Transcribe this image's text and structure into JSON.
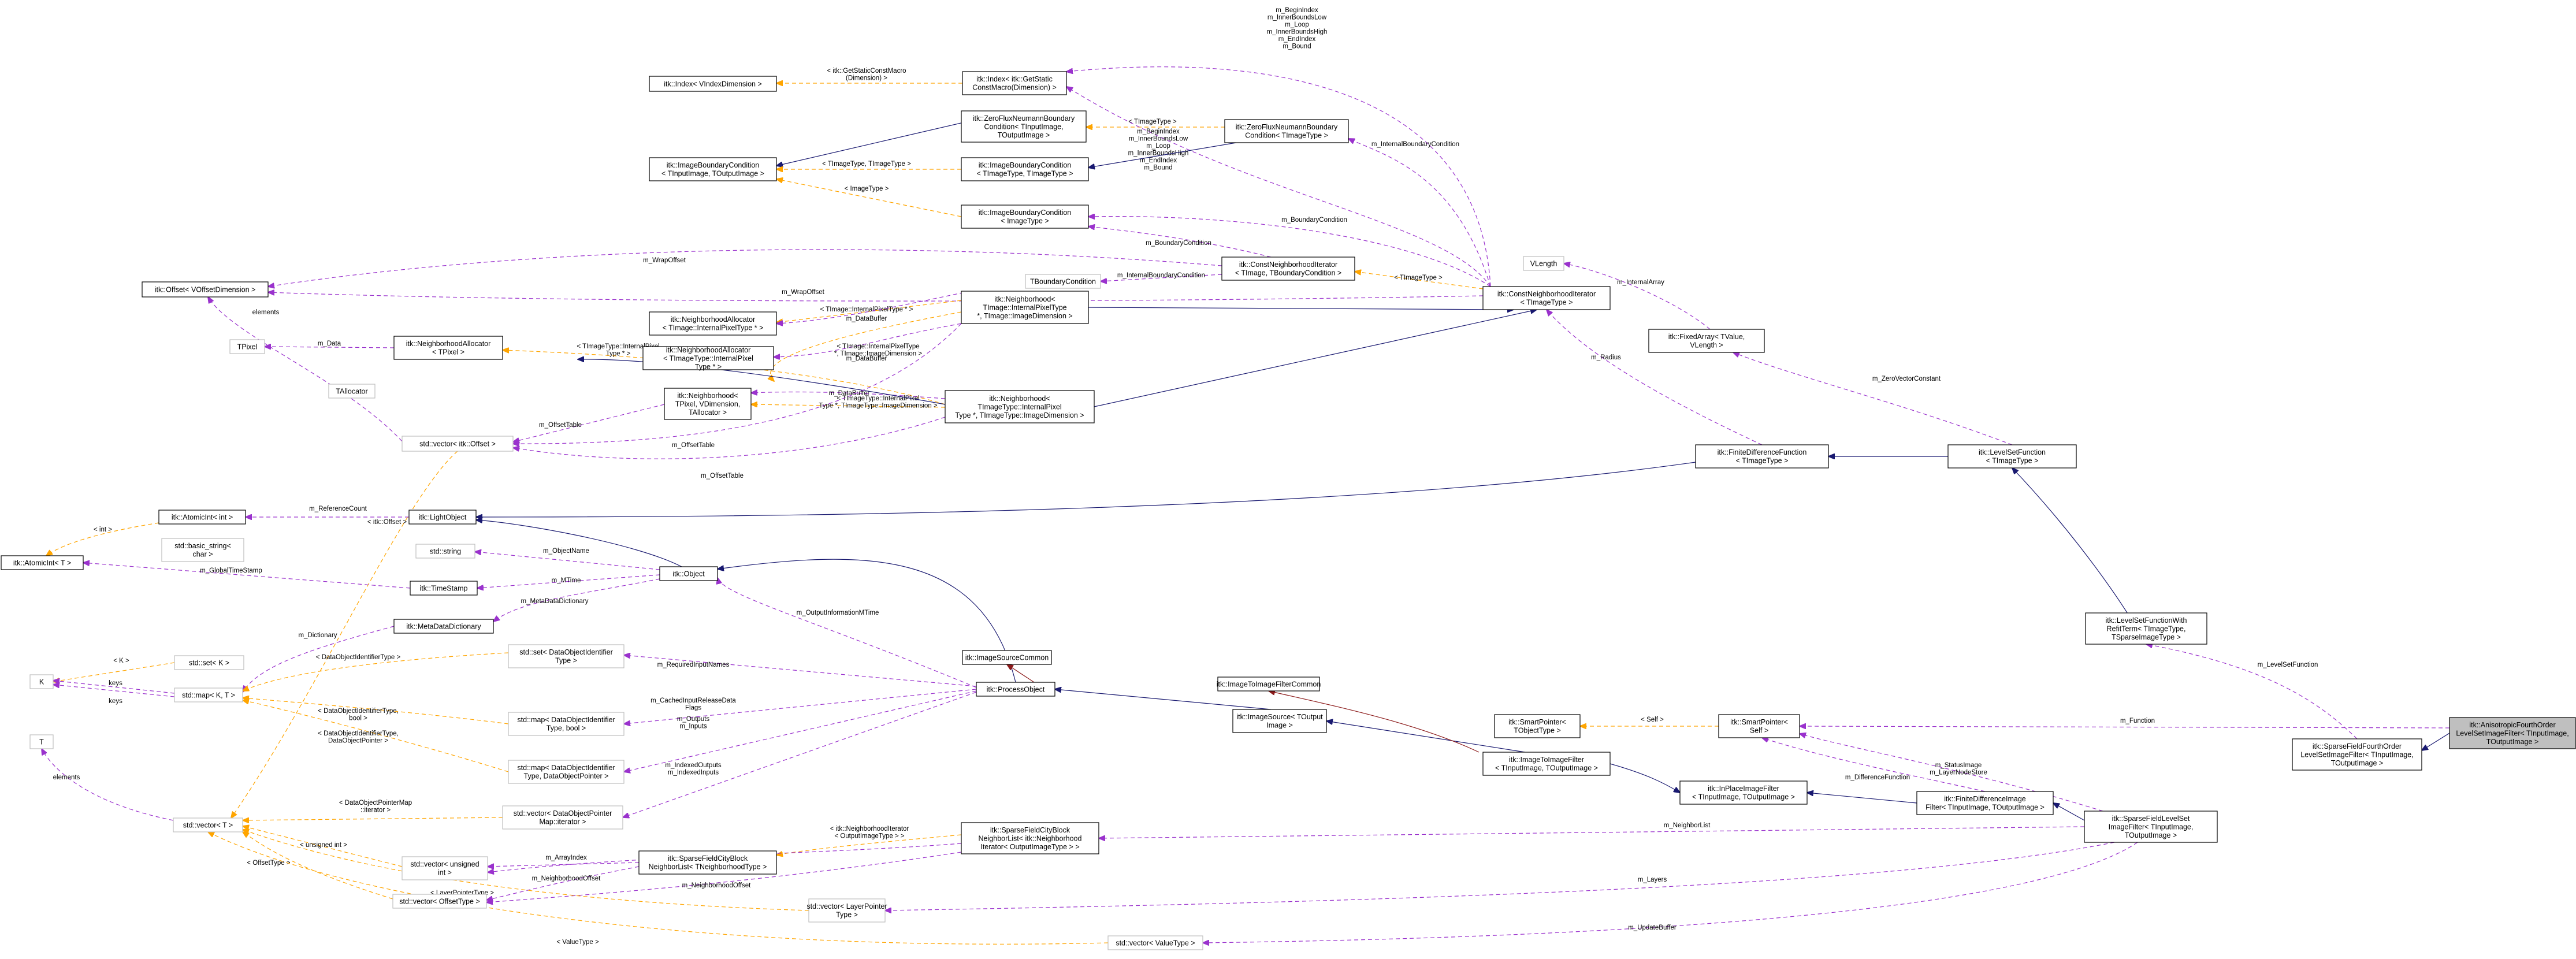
{
  "colors": {
    "inheritance": "#191970",
    "usage": "#9a32cd",
    "template": "#ffa500",
    "protected": "#8b1a1a",
    "selected_fill": "#bfbfbf",
    "ghost_border": "#bfbfbf"
  },
  "nodes": [
    {
      "id": "idx",
      "lines": [
        "itk::Index< VIndexDimension >"
      ]
    },
    {
      "id": "idxc",
      "lines": [
        "itk::Index< itk::GetStatic",
        "ConstMacro(Dimension) >"
      ]
    },
    {
      "id": "zfnb",
      "lines": [
        "itk::ZeroFluxNeumannBoundary",
        "Condition< TInputImage,",
        " TOutputImage >"
      ]
    },
    {
      "id": "zfnbt",
      "lines": [
        "itk::ZeroFluxNeumannBoundary",
        "Condition< TImageType >"
      ]
    },
    {
      "id": "ibc",
      "lines": [
        "itk::ImageBoundaryCondition",
        "< TInputImage, TOutputImage >"
      ]
    },
    {
      "id": "ibctt",
      "lines": [
        "itk::ImageBoundaryCondition",
        "< TImageType, TImageType >"
      ]
    },
    {
      "id": "ibcit",
      "lines": [
        "itk::ImageBoundaryCondition",
        "< ImageType >"
      ]
    },
    {
      "id": "off",
      "lines": [
        "itk::Offset< VOffsetDimension >"
      ]
    },
    {
      "id": "cni",
      "lines": [
        "itk::ConstNeighborhoodIterator",
        "< TImage, TBoundaryCondition >"
      ]
    },
    {
      "id": "tbc",
      "lines": [
        "TBoundaryCondition"
      ],
      "ghost": true
    },
    {
      "id": "vlen",
      "lines": [
        "VLength"
      ],
      "ghost": true
    },
    {
      "id": "cnit",
      "lines": [
        "itk::ConstNeighborhoodIterator",
        "< TImageType >"
      ]
    },
    {
      "id": "nai",
      "lines": [
        "itk::NeighborhoodAllocator",
        "< TImage::InternalPixelType * >"
      ]
    },
    {
      "id": "na",
      "lines": [
        "itk::NeighborhoodAllocator",
        "< TPixel >"
      ]
    },
    {
      "id": "tpix",
      "lines": [
        "TPixel"
      ],
      "ghost": true
    },
    {
      "id": "nait",
      "lines": [
        "itk::NeighborhoodAllocator",
        "< TImageType::InternalPixel",
        "Type * >"
      ]
    },
    {
      "id": "nbi",
      "lines": [
        "itk::Neighborhood<",
        " TImage::InternalPixelType",
        " *, TImage::ImageDimension >"
      ]
    },
    {
      "id": "fa",
      "lines": [
        "itk::FixedArray< TValue,",
        " VLength >"
      ]
    },
    {
      "id": "talloc",
      "lines": [
        "TAllocator"
      ],
      "ghost": true
    },
    {
      "id": "nb",
      "lines": [
        "itk::Neighborhood<",
        " TPixel, VDimension,",
        " TAllocator >"
      ]
    },
    {
      "id": "nbt",
      "lines": [
        "itk::Neighborhood<",
        " TImageType::InternalPixel",
        "Type *, TImageType::ImageDimension >"
      ]
    },
    {
      "id": "voff",
      "lines": [
        "std::vector< itk::Offset >"
      ],
      "ghost": true
    },
    {
      "id": "fdf",
      "lines": [
        "itk::FiniteDifferenceFunction",
        "< TImageType >"
      ]
    },
    {
      "id": "lsf",
      "lines": [
        "itk::LevelSetFunction",
        "< TImageType >"
      ]
    },
    {
      "id": "aint",
      "lines": [
        "itk::AtomicInt< int >"
      ]
    },
    {
      "id": "lobj",
      "lines": [
        "itk::LightObject"
      ]
    },
    {
      "id": "bstr",
      "lines": [
        "std::basic_string<",
        " char >"
      ],
      "ghost": true
    },
    {
      "id": "str",
      "lines": [
        "std::string"
      ],
      "ghost": true
    },
    {
      "id": "atom",
      "lines": [
        "itk::AtomicInt< T >"
      ]
    },
    {
      "id": "ts",
      "lines": [
        "itk::TimeStamp"
      ]
    },
    {
      "id": "obj",
      "lines": [
        "itk::Object"
      ]
    },
    {
      "id": "mdd",
      "lines": [
        "itk::MetaDataDictionary"
      ]
    },
    {
      "id": "setk",
      "lines": [
        "std::set< K >"
      ],
      "ghost": true
    },
    {
      "id": "setd",
      "lines": [
        "std::set< DataObjectIdentifier",
        "Type >"
      ],
      "ghost": true
    },
    {
      "id": "isc",
      "lines": [
        "itk::ImageSourceCommon"
      ]
    },
    {
      "id": "k",
      "lines": [
        "K"
      ],
      "ghost": true
    },
    {
      "id": "itifc",
      "lines": [
        "itk::ImageToImageFilterCommon"
      ]
    },
    {
      "id": "mapkt",
      "lines": [
        "std::map< K, T >"
      ],
      "ghost": true
    },
    {
      "id": "mapdb",
      "lines": [
        "std::map< DataObjectIdentifier",
        "Type, bool >"
      ],
      "ghost": true
    },
    {
      "id": "po",
      "lines": [
        "itk::ProcessObject"
      ]
    },
    {
      "id": "t",
      "lines": [
        "T"
      ],
      "ghost": true
    },
    {
      "id": "mapdp",
      "lines": [
        "std::map< DataObjectIdentifier",
        "Type, DataObjectPointer >"
      ],
      "ghost": true
    },
    {
      "id": "imgsrc",
      "lines": [
        "itk::ImageSource< TOutput",
        "Image >"
      ]
    },
    {
      "id": "lsfrt",
      "lines": [
        "itk::LevelSetFunctionWith",
        "RefitTerm< TImageType,",
        " TSparseImageType >"
      ]
    },
    {
      "id": "spsi",
      "lines": [
        "itk::SmartPointer<",
        " TObjectType >"
      ]
    },
    {
      "id": "sps",
      "lines": [
        "itk::SmartPointer<",
        " Self >"
      ]
    },
    {
      "id": "afo",
      "lines": [
        "itk::AnisotropicFourthOrder",
        "LevelSetImageFilter< TInputImage,",
        " TOutputImage >"
      ],
      "selected": true
    },
    {
      "id": "vdpi",
      "lines": [
        "std::vector< DataObjectPointer",
        "Map::iterator >"
      ],
      "ghost": true
    },
    {
      "id": "itif",
      "lines": [
        "itk::ImageToImageFilter",
        "< TInputImage, TOutputImage >"
      ]
    },
    {
      "id": "sffo",
      "lines": [
        "itk::SparseFieldFourthOrder",
        "LevelSetImageFilter< TInputImage,",
        " TOutputImage >"
      ]
    },
    {
      "id": "vt",
      "lines": [
        "std::vector< T >"
      ],
      "ghost": true
    },
    {
      "id": "vui",
      "lines": [
        "std::vector< unsigned",
        " int >"
      ],
      "ghost": true
    },
    {
      "id": "sfcb",
      "lines": [
        "itk::SparseFieldCityBlock",
        "NeighborList< TNeighborhoodType >"
      ]
    },
    {
      "id": "ipif",
      "lines": [
        "itk::InPlaceImageFilter",
        "< TInputImage, TOutputImage >"
      ]
    },
    {
      "id": "fdif",
      "lines": [
        "itk::FiniteDifferenceImage",
        "Filter< TInputImage, TOutputImage >"
      ]
    },
    {
      "id": "sfls",
      "lines": [
        "itk::SparseFieldLevelSet",
        "ImageFilter< TInputImage,",
        " TOutputImage >"
      ]
    },
    {
      "id": "sfcbn",
      "lines": [
        "itk::SparseFieldCityBlock",
        "NeighborList< itk::Neighborhood",
        "Iterator< OutputImageType > >"
      ]
    },
    {
      "id": "voft",
      "lines": [
        "std::vector< OffsetType >"
      ],
      "ghost": true
    },
    {
      "id": "vlp",
      "lines": [
        "std::vector< LayerPointer",
        "Type >"
      ],
      "ghost": true
    },
    {
      "id": "vvt",
      "lines": [
        "std::vector< ValueType >"
      ],
      "ghost": true
    }
  ],
  "edges": [
    {
      "id": "e1",
      "kind": "tmpl",
      "label": [
        "< itk::GetStaticConstMacro",
        "(Dimension) >"
      ]
    },
    {
      "id": "e2",
      "kind": "use",
      "label": [
        "m_BeginIndex",
        "m_InnerBoundsLow",
        "m_Loop",
        "m_InnerBoundsHigh",
        "m_EndIndex",
        "m_Bound"
      ]
    },
    {
      "id": "e3",
      "kind": "inherit",
      "label": []
    },
    {
      "id": "e4",
      "kind": "tmpl",
      "label": [
        "< TImageType >"
      ]
    },
    {
      "id": "e5",
      "kind": "use",
      "label": [
        "m_BeginIndex",
        "m_InnerBoundsLow",
        "m_Loop",
        "m_InnerBoundsHigh",
        "m_EndIndex",
        "m_Bound"
      ]
    },
    {
      "id": "e6",
      "kind": "tmpl",
      "label": [
        "< TImageType, TImageType >"
      ]
    },
    {
      "id": "e7",
      "kind": "inherit",
      "label": []
    },
    {
      "id": "e8",
      "kind": "use",
      "label": [
        "m_InternalBoundaryCondition"
      ]
    },
    {
      "id": "e9",
      "kind": "tmpl",
      "label": [
        "< ImageType >"
      ]
    },
    {
      "id": "e10",
      "kind": "use",
      "label": [
        "m_BoundaryCondition"
      ]
    },
    {
      "id": "e11",
      "kind": "use",
      "label": [
        "m_BoundaryCondition"
      ]
    },
    {
      "id": "e12",
      "kind": "use",
      "label": [
        "m_WrapOffset"
      ]
    },
    {
      "id": "e13",
      "kind": "use",
      "label": [
        "m_WrapOffset"
      ]
    },
    {
      "id": "e14",
      "kind": "use",
      "label": [
        "m_InternalBoundaryCondition"
      ]
    },
    {
      "id": "e15",
      "kind": "tmpl",
      "label": [
        "< TImageType >"
      ]
    },
    {
      "id": "e16",
      "kind": "inherit",
      "label": []
    },
    {
      "id": "e17",
      "kind": "use",
      "label": [
        "m_InternalArray"
      ]
    },
    {
      "id": "e18",
      "kind": "tmpl",
      "label": [
        "< TImage::InternalPixelType * >"
      ]
    },
    {
      "id": "e19",
      "kind": "use",
      "label": [
        "m_DataBuffer"
      ]
    },
    {
      "id": "e20",
      "kind": "use",
      "label": [
        "m_Data"
      ]
    },
    {
      "id": "e21",
      "kind": "tmpl",
      "label": [
        "< TImageType::InternalPixel",
        "Type * >"
      ]
    },
    {
      "id": "e22",
      "kind": "use",
      "label": [
        "m_DataBuffer"
      ]
    },
    {
      "id": "e23",
      "kind": "tmpl",
      "label": [
        "< TImage::InternalPixelType",
        " *, TImage::ImageDimension >"
      ]
    },
    {
      "id": "e24",
      "kind": "inherit",
      "label": []
    },
    {
      "id": "e25",
      "kind": "use",
      "label": [
        "m_Radius"
      ]
    },
    {
      "id": "e26",
      "kind": "use",
      "label": [
        "m_ZeroVectorConstant"
      ]
    },
    {
      "id": "e27",
      "kind": "use",
      "label": [
        "m_DataBuffer"
      ]
    },
    {
      "id": "e28",
      "kind": "tmpl",
      "label": [
        "< TImageType::InternalPixel",
        "Type *, TImageType::ImageDimension >"
      ]
    },
    {
      "id": "e29",
      "kind": "inherit",
      "label": []
    },
    {
      "id": "e30",
      "kind": "use",
      "label": [
        "elements"
      ]
    },
    {
      "id": "e31",
      "kind": "use",
      "label": [
        "m_OffsetTable"
      ]
    },
    {
      "id": "e32",
      "kind": "use",
      "label": [
        "m_OffsetTable"
      ]
    },
    {
      "id": "e33",
      "kind": "use",
      "label": [
        "m_OffsetTable"
      ]
    },
    {
      "id": "e34",
      "kind": "inherit",
      "label": []
    },
    {
      "id": "e35",
      "kind": "inherit",
      "label": []
    },
    {
      "id": "e36",
      "kind": "use",
      "label": [
        "m_ReferenceCount"
      ]
    },
    {
      "id": "e37",
      "kind": "inherit",
      "label": []
    },
    {
      "id": "e38",
      "kind": "tmpl",
      "label": [
        "< int >"
      ]
    },
    {
      "id": "e39",
      "kind": "tmpl",
      "label": [
        "< itk::Offset >"
      ]
    },
    {
      "id": "e40",
      "kind": "use",
      "label": [
        "m_ObjectName"
      ]
    },
    {
      "id": "e41",
      "kind": "use",
      "label": [
        "m_GlobalTimeStamp"
      ]
    },
    {
      "id": "e42",
      "kind": "use",
      "label": [
        "m_MTime"
      ]
    },
    {
      "id": "e43",
      "kind": "use",
      "label": [
        "m_MetaDataDictionary"
      ]
    },
    {
      "id": "e44",
      "kind": "use",
      "label": [
        "m_Dictionary"
      ]
    },
    {
      "id": "e45",
      "kind": "use",
      "label": [
        "m_OutputInformationMTime"
      ]
    },
    {
      "id": "e46",
      "kind": "inherit",
      "label": []
    },
    {
      "id": "e47",
      "kind": "tmpl",
      "label": [
        "< K >"
      ]
    },
    {
      "id": "e48",
      "kind": "use",
      "label": [
        "keys"
      ]
    },
    {
      "id": "e49",
      "kind": "use",
      "label": [
        "m_RequiredInputNames"
      ]
    },
    {
      "id": "e50",
      "kind": "use",
      "label": [
        "keys"
      ]
    },
    {
      "id": "e51",
      "kind": "tmpl",
      "label": [
        "< DataObjectIdentifierType >"
      ]
    },
    {
      "id": "e52",
      "kind": "use",
      "label": [
        "m_CachedInputReleaseData",
        "Flags"
      ]
    },
    {
      "id": "e53",
      "kind": "tmpl",
      "label": [
        "< DataObjectIdentifierType,",
        " bool >"
      ]
    },
    {
      "id": "e54",
      "kind": "use",
      "label": [
        "m_Outputs",
        "m_Inputs"
      ]
    },
    {
      "id": "e55",
      "kind": "tmpl",
      "label": [
        "< DataObjectIdentifierType,",
        " DataObjectPointer >"
      ]
    },
    {
      "id": "e56",
      "kind": "use",
      "label": [
        "elements"
      ]
    },
    {
      "id": "e57",
      "kind": "use",
      "label": [
        "m_IndexedOutputs",
        "m_IndexedInputs"
      ]
    },
    {
      "id": "e58",
      "kind": "inherit",
      "label": []
    },
    {
      "id": "e59",
      "kind": "prot",
      "label": []
    },
    {
      "id": "e60",
      "kind": "inherit",
      "label": []
    },
    {
      "id": "e61",
      "kind": "prot",
      "label": []
    },
    {
      "id": "e62",
      "kind": "tmpl",
      "label": [
        "< DataObjectPointerMap",
        "::iterator >"
      ]
    },
    {
      "id": "e63",
      "kind": "use",
      "label": [
        "m_LevelSetFunction"
      ]
    },
    {
      "id": "e64",
      "kind": "inherit",
      "label": []
    },
    {
      "id": "e65",
      "kind": "tmpl",
      "label": [
        "< Self >"
      ]
    },
    {
      "id": "e66",
      "kind": "use",
      "label": [
        "m_Function"
      ]
    },
    {
      "id": "e67",
      "kind": "inherit",
      "label": []
    },
    {
      "id": "e68",
      "kind": "use",
      "label": [
        "m_StatusImage",
        "m_LayerNodeStore"
      ]
    },
    {
      "id": "e69",
      "kind": "use",
      "label": [
        "m_DifferenceFunction"
      ]
    },
    {
      "id": "e70",
      "kind": "tmpl",
      "label": [
        "< unsigned int >"
      ]
    },
    {
      "id": "e71",
      "kind": "use",
      "label": [
        "m_ArrayIndex"
      ]
    },
    {
      "id": "e72",
      "kind": "tmpl",
      "label": [
        "< itk::NeighborhoodIterator",
        "< OutputImageType > >"
      ]
    },
    {
      "id": "e73",
      "kind": "inherit",
      "label": []
    },
    {
      "id": "e74",
      "kind": "inherit",
      "label": []
    },
    {
      "id": "e75",
      "kind": "inherit",
      "label": []
    },
    {
      "id": "e76",
      "kind": "use",
      "label": [
        "m_NeighborList"
      ]
    },
    {
      "id": "e77",
      "kind": "tmpl",
      "label": [
        "< OffsetType >"
      ]
    },
    {
      "id": "e78",
      "kind": "use",
      "label": [
        "m_NeighborhoodOffset"
      ]
    },
    {
      "id": "e79",
      "kind": "use",
      "label": [
        "m_ArrayIndex"
      ]
    },
    {
      "id": "e80",
      "kind": "use",
      "label": [
        "m_NeighborhoodOffset"
      ]
    },
    {
      "id": "e81",
      "kind": "tmpl",
      "label": [
        "< LayerPointerType >"
      ]
    },
    {
      "id": "e82",
      "kind": "use",
      "label": [
        "m_Layers"
      ]
    },
    {
      "id": "e83",
      "kind": "tmpl",
      "label": [
        "< ValueType >"
      ]
    },
    {
      "id": "e84",
      "kind": "use",
      "label": [
        "m_UpdateBuffer"
      ]
    }
  ]
}
